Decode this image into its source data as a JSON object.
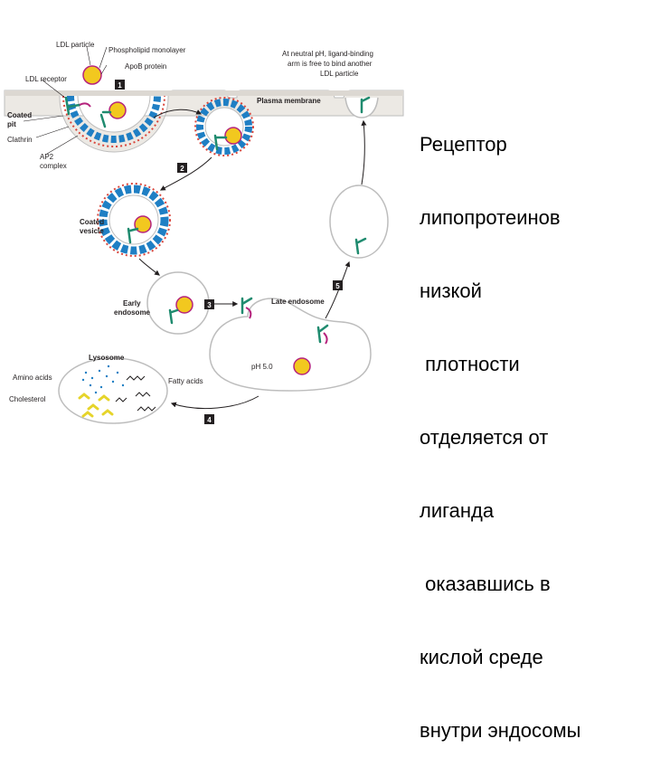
{
  "diagram": {
    "labels": {
      "ldl_particle": "LDL particle",
      "phospholipid_monolayer": "Phospholipid monolayer",
      "apob_protein": "ApoB protein",
      "ldl_receptor": "LDL receptor",
      "coated_pit_1": "Coated",
      "coated_pit_2": "pit",
      "clathrin": "Clathrin",
      "ap2_1": "AP2",
      "ap2_2": "complex",
      "neutral_ph_1": "At neutral pH, ligand-binding",
      "neutral_ph_2": "arm is free to bind another",
      "neutral_ph_3": "LDL particle",
      "plasma_membrane": "Plasma membrane",
      "coated_vesicle_1": "Coated",
      "coated_vesicle_2": "vesicle",
      "early_endosome_1": "Early",
      "early_endosome_2": "endosome",
      "late_endosome": "Late endosome",
      "ph": "pH 5.0",
      "lysosome": "Lysosome",
      "amino_acids": "Amino acids",
      "fatty_acids": "Fatty acids",
      "cholesterol": "Cholesterol"
    },
    "steps": [
      "1",
      "2",
      "3",
      "4",
      "5"
    ],
    "colors": {
      "membrane_fill": "#ece9e4",
      "membrane_stroke": "#bdbdbd",
      "clathrin_blue": "#1f7fc4",
      "spike_red": "#d9453b",
      "ldl_yellow": "#f2c81f",
      "receptor_teal": "#1f8b6f",
      "receptor_magenta": "#b5237d",
      "cholesterol_yellow": "#e6d42a",
      "step_box": "#231f20"
    }
  },
  "caption": {
    "lines": [
      "Рецептор",
      "липопротеинов",
      "низкой",
      " плотности",
      "отделяется от",
      "лиганда",
      " оказавшись в",
      "кислой среде",
      "внутри эндосомы"
    ]
  }
}
